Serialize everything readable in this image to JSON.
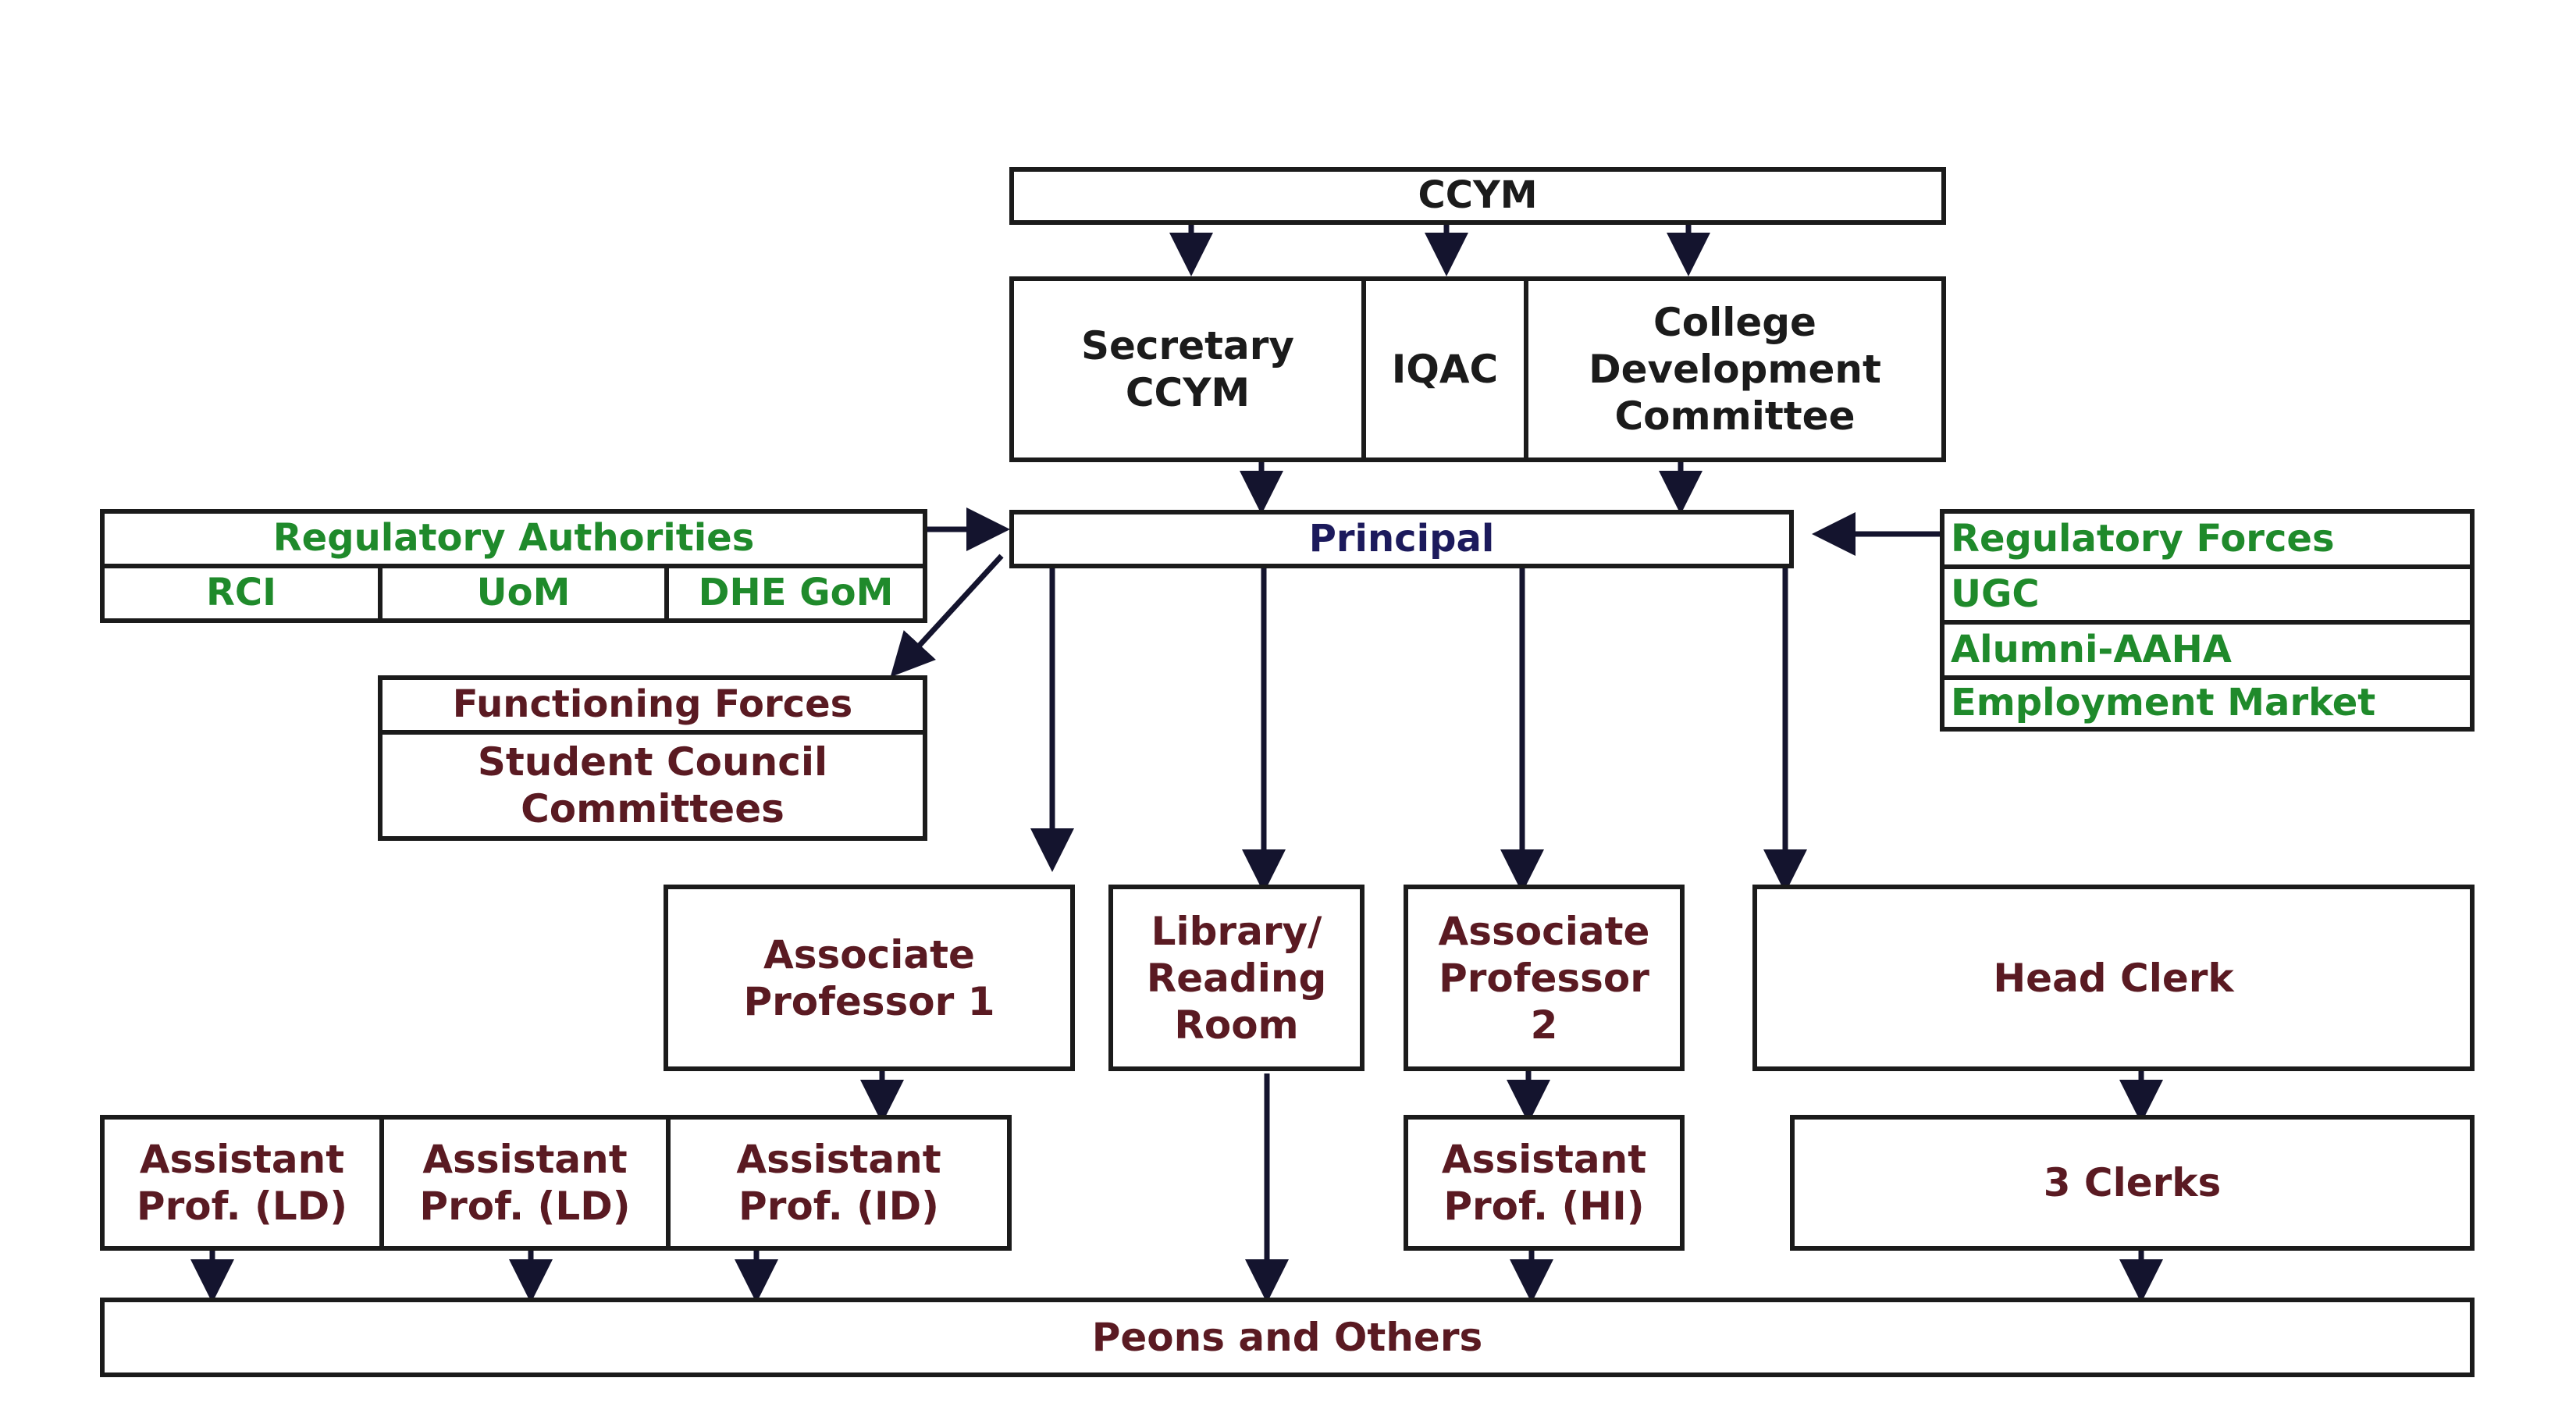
{
  "colors": {
    "line": "#1b1b1b",
    "arrow": "#14142e",
    "maroon": "#5a1a22",
    "green": "#1f8a2b",
    "navy": "#1c1a5c"
  },
  "ccym": "CCYM",
  "secretary": "Secretary CCYM",
  "iqac": "IQAC",
  "cdc": "College Development Committee",
  "principal": "Principal",
  "regulatory_authorities": {
    "title": "Regulatory Authorities",
    "items": [
      "RCI",
      "UoM",
      "DHE GoM"
    ]
  },
  "functioning_forces": {
    "title": "Functioning Forces",
    "body": "Student Council Committees"
  },
  "regulatory_forces": {
    "title": "Regulatory Forces",
    "items": [
      "UGC",
      "Alumni-AAHA",
      "Employment Market"
    ]
  },
  "assoc_prof_1": "Associate Professor 1",
  "library": "Library/ Reading Room",
  "assoc_prof_2": "Associate Professor 2",
  "head_clerk": "Head Clerk",
  "asst_ld_1": "Assistant Prof. (LD)",
  "asst_ld_2": "Assistant Prof. (LD)",
  "asst_id": "Assistant Prof. (ID)",
  "asst_hi": "Assistant Prof. (HI)",
  "clerks": "3 Clerks",
  "peons": "Peons and Others"
}
